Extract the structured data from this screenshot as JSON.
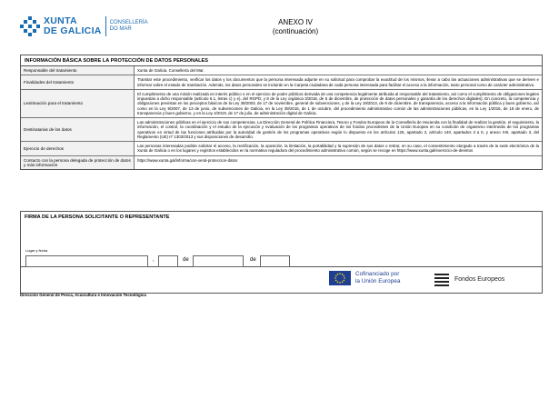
{
  "header": {
    "logo_xunta_line1": "XUNTA",
    "logo_xunta_line2": "DE GALICIA",
    "logo_cons_line1": "CONSELLERÍA",
    "logo_cons_line2": "DO MAR",
    "anexo_title": "ANEXO IV",
    "anexo_subtitle": "(continuación)"
  },
  "table": {
    "title": "INFORMACIÓN BÁSICA SOBRE LA PROTECCIÓN DE DATOS PERSONALES",
    "rows": [
      {
        "label": "Responsable del tratamiento",
        "value": "Xunta de Galicia. Consellería del Mar."
      },
      {
        "label": "Finalidades del tratamiento",
        "value": "Tramitar este procedimiento, verificar los datos y los documentos que la persona interesada adjunte en su solicitud para comprobar la exactitud de los mismos, llevar a cabo las actuaciones administrativas que se deriven e informar sobre el estado de tramitación. Además, los datos personales se incluirán en la Carpeta ciudadana de cada persona interesada para facilitar el acceso a la información, tanto personal como de carácter administrativo."
      },
      {
        "label": "Lexitimación para el tratamiento",
        "value": "El cumplimiento de una misión realizada en interés público o en el ejercicio de poder públicos derivada de una competencia legalmente atribuida al responsable del tratamiento, así como el cumplimiento de obligaciones legales impuestas a dicho responsable (artículo 6.1, letras c) y e), del RGPD, y 8 de la Ley orgánica 3/2018, de 5 de diciembre, de protección de datos personales y garantía de los derechos digitales). En concreto, la competencia y obligaciones previstas en los preceptos básicos de la Ley 38/2003, de 17 de noviembre, general de subvenciones, y de la Ley 19/2013, de 9 de diciembre, de transparencia, acceso a la información pública y buen gobierno, así como en la Ley 9/2007, de 13 de junio, de subvenciones de Galicia, en la Ley 39/2015, de 1 de octubre, del procedimiento administrativo común de las administraciones públicas, en la Ley 1/2016, de 18 de enero, de transparencia y buen gobierno, y en la Ley 4/2019, de 17 de julio, de administración digital de Galicia."
      },
      {
        "label": "Destinatarias de los datos",
        "value": "Las administraciones públicas en el ejercicio de sus competencias. La Dirección General de Política Financiera, Tesoro y Fondos Europeos de la Consellería de Hacienda con la finalidad de realizar la gestión, el seguimiento, la información, el control, la coordinación y el estudio de la ejecución y evaluación de los programas operativos de los fondos procedentes de la Unión Europea en su condición de organismo intermedio de los programas operativos en virtud de las funciones atribuidas por la autoridad de gestión de los programas operativos según lo dispuesto en los artículos 125, apartado 2, artículo 140, apartados 3 a 5, y anexo XIII, apartado 3, del Reglamento (UE) nº 1303/2013 y sus disposiciones de desarrollo."
      },
      {
        "label": "Ejercicio de derechos",
        "value": "Las personas interesadas podrán solicitar el acceso, la rectificación, la oposición, la limitación, la portabilidad y la supresión de sus datos o retirar, en su caso, el consentimiento otorgado a través de la sede electrónica de la Xunta de Galicia o en los lugares y registros establecidos en la normativa reguladora del procedimiento administrativo común, según se recoge en https://www.xunta.gal/exercicio-de-dereitos"
      },
      {
        "label": "Contacto con la persona delegada de protección de datos y más información",
        "value": "https://www.xunta.gal/informacion-xeral-proteccion-datos"
      }
    ]
  },
  "firma": {
    "title": "FIRMA DE LA PERSONA SOLICITANTE O REPRESENTANTE",
    "lugar_label": "Lugar y fecha",
    "sep_comma": ",",
    "sep_de1": "de",
    "sep_de2": "de"
  },
  "funding": {
    "eu_line1": "Cofinanciado por",
    "eu_line2": "la Unión Europea",
    "fe_text": "Fondos Europeos"
  },
  "footer": {
    "text": "Dirección General de Pesca, Acuicultura e Innovación Tecnológica"
  },
  "colors": {
    "xunta_blue": "#1b6db2",
    "eu_blue": "#1f3f93",
    "eu_star": "#ffdd00"
  }
}
